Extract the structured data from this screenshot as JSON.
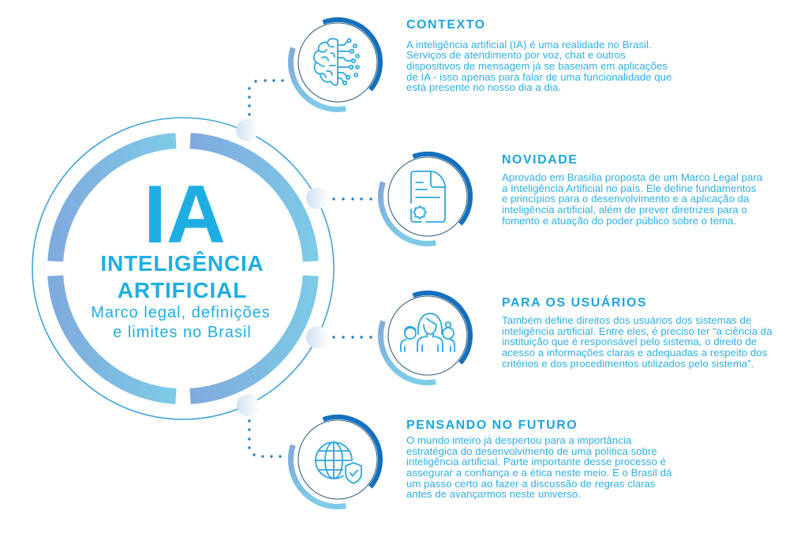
{
  "theme": {
    "heading": "#1ea4df",
    "body": "#2dafe5",
    "hero": "#1faee4",
    "icon": "#2ca7e1",
    "dot": "#2b7fc0",
    "ring_dark": "#1470bd",
    "ring_light_start": "#7fa9dd",
    "ring_light_end": "#7ecbe7",
    "outer_ring": "#3da3dc"
  },
  "hero": {
    "acronym": "IA",
    "title_line1": "INTELIGÊNCIA",
    "title_line2": "ARTIFICIAL",
    "subtitle_line1": "Marco legal, definições",
    "subtitle_line2": "e limites no Brasil"
  },
  "sections": [
    {
      "title": "CONTEXTO",
      "icon": "brain-circuit-icon",
      "lines": [
        "A inteligência artificial (IA) é uma realidade no Brasil.",
        "Serviços de atendimento por voz, chat e outros",
        "dispositivos de mensagem já se baseiam em aplicações",
        "de IA - isso apenas para falar de uma funcionalidade que",
        "está presente no nosso dia a dia."
      ]
    },
    {
      "title": "NOVIDADE",
      "icon": "document-seal-icon",
      "lines": [
        "Aprovado em Brasília proposta de um Marco Legal para",
        "a Inteligência Artificial no país. Ele define fundamentos",
        "e princípios para o desenvolvimento e a aplicação da",
        "inteligência artificial, além de prever diretrizes para o",
        "fomento e atuação do poder público sobre o tema."
      ]
    },
    {
      "title": "PARA OS USUÁRIOS",
      "icon": "people-group-icon",
      "lines": [
        "Também define direitos dos usuários dos sistemas de",
        "inteligência artificial. Entre eles, é preciso ter “a ciência da",
        "instituição que é responsável pelo sistema, o direito de",
        "acesso a informações claras e adequadas a respeito dos",
        "critérios e dos procedimentos utilizados pelo sistema”."
      ]
    },
    {
      "title": "PENSANDO NO FUTURO",
      "icon": "globe-shield-icon",
      "lines": [
        "O mundo inteiro já despertou para a importância",
        "estratégica do desenvolvimento de uma política sobre",
        "inteligência artificial. Parte importante desse processo é",
        "assegurar a confiança e a ética neste meio. E o Brasil dá",
        "um passo certo ao fazer a discussão de regras claras",
        "antes de avançarmos neste universo."
      ]
    }
  ]
}
